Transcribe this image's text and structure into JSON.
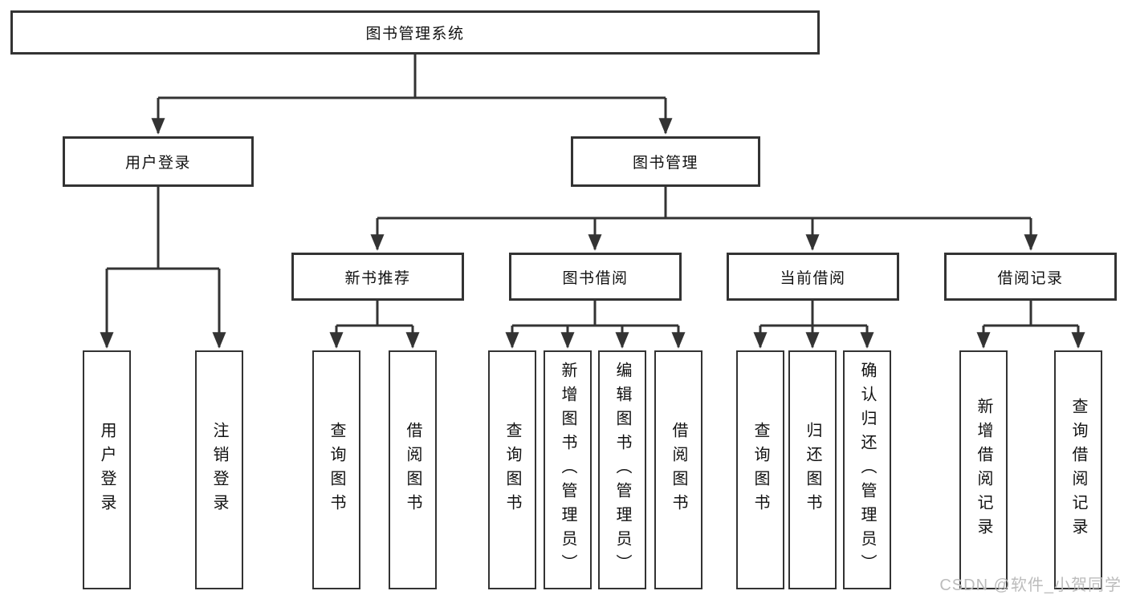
{
  "tree": {
    "root": {
      "label": "图书管理系统",
      "children": [
        {
          "label": "用户登录",
          "children": [
            {
              "label": "用户登录"
            },
            {
              "label": "注销登录"
            }
          ]
        },
        {
          "label": "图书管理",
          "children": [
            {
              "label": "新书推荐",
              "children": [
                {
                  "label": "查询图书"
                },
                {
                  "label": "借阅图书"
                }
              ]
            },
            {
              "label": "图书借阅",
              "children": [
                {
                  "label": "查询图书"
                },
                {
                  "label": "新增图书（管理员）"
                },
                {
                  "label": "编辑图书（管理员）"
                },
                {
                  "label": "借阅图书"
                }
              ]
            },
            {
              "label": "当前借阅",
              "children": [
                {
                  "label": "查询图书"
                },
                {
                  "label": "归还图书"
                },
                {
                  "label": "确认归还（管理员）"
                }
              ]
            },
            {
              "label": "借阅记录",
              "children": [
                {
                  "label": "新增借阅记录"
                },
                {
                  "label": "查询借阅记录"
                }
              ]
            }
          ]
        }
      ]
    }
  },
  "watermark": {
    "text": "CSDN @软件_小贺同学"
  },
  "colors": {
    "line": "#333333",
    "box_border": "#333333",
    "box_fill": "#ffffff",
    "text": "#111111",
    "watermark": "#bcbcbc",
    "background": "#ffffff"
  }
}
